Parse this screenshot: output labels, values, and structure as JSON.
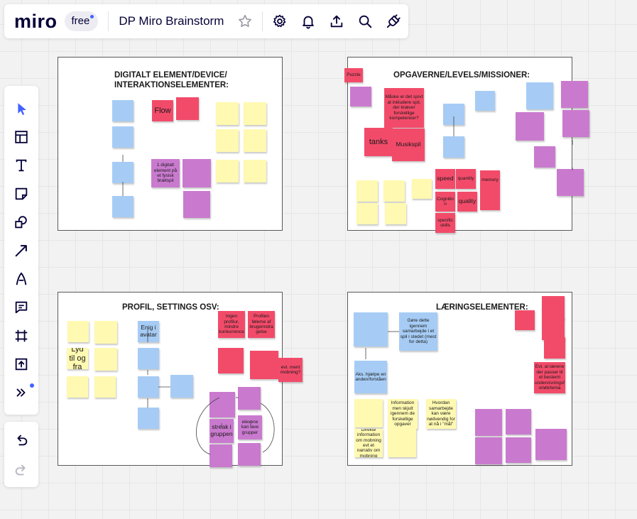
{
  "top_bar": {
    "logo": "miro",
    "plan_badge": "free",
    "board_title": "DP Miro Brainstorm",
    "icons": [
      "star-icon",
      "settings-gear-icon",
      "bell-icon",
      "upload-share-icon",
      "search-icon",
      "plugin-icon"
    ]
  },
  "left_toolbar": {
    "tools": [
      "select-arrow-icon",
      "templates-icon",
      "text-icon",
      "sticky-note-icon",
      "shapes-icon",
      "connection-line-icon",
      "pen-icon",
      "comment-icon",
      "frame-icon",
      "upload-icon",
      "more-tools-icon"
    ],
    "history": [
      "undo-icon",
      "redo-icon"
    ]
  },
  "colors": {
    "yellow": "#fff9b1",
    "blue": "#a6ccf5",
    "purple": "#c97ace",
    "red": "#f24b6a",
    "accent": "#4262ff"
  },
  "frames": [
    {
      "title": "DIGITALT ELEMENT/DEVICE/\nINTERAKTIONSELEMENTER:",
      "notes": [
        {
          "text": "",
          "color": "b"
        },
        {
          "text": "Flow",
          "color": "r",
          "size": "xl"
        },
        {
          "text": "",
          "color": "r"
        },
        {
          "text": "",
          "color": "y"
        },
        {
          "text": "",
          "color": "y"
        },
        {
          "text": "",
          "color": "b"
        },
        {
          "text": "",
          "color": "y"
        },
        {
          "text": "",
          "color": "y"
        },
        {
          "text": "",
          "color": "b"
        },
        {
          "text": "1 digitalt element på et fysisk brætspil",
          "color": "p",
          "size": "m"
        },
        {
          "text": "",
          "color": "p"
        },
        {
          "text": "",
          "color": "y"
        },
        {
          "text": "",
          "color": "y"
        },
        {
          "text": "",
          "color": "b"
        },
        {
          "text": "",
          "color": "p"
        }
      ]
    },
    {
      "title": "OPGAVERNE/LEVELS/MISSIONER:",
      "notes": [
        {
          "text": "Puzzle",
          "color": "r",
          "size": "m"
        },
        {
          "text": "Måske er det sjovt at inkludere spil, der kræver forskellige kompetencer?",
          "color": "r",
          "size": "m"
        },
        {
          "text": "",
          "color": "b"
        },
        {
          "text": "",
          "color": "b"
        },
        {
          "text": "",
          "color": "p"
        },
        {
          "text": "",
          "color": "p"
        },
        {
          "text": "tanks",
          "color": "r",
          "size": "xl"
        },
        {
          "text": "Musikspil",
          "color": "r",
          "size": "l"
        },
        {
          "text": "",
          "color": "b"
        },
        {
          "text": "",
          "color": "b"
        },
        {
          "text": "",
          "color": "p"
        },
        {
          "text": "",
          "color": "p"
        },
        {
          "text": "speed",
          "color": "r",
          "size": "l"
        },
        {
          "text": "quantity",
          "color": "r",
          "size": "m"
        },
        {
          "text": "memory",
          "color": "r",
          "size": "m"
        },
        {
          "text": "Cognition",
          "color": "r",
          "size": "m"
        },
        {
          "text": "quality",
          "color": "r",
          "size": "l"
        },
        {
          "text": "",
          "color": "r"
        },
        {
          "text": "specific skills",
          "color": "r",
          "size": "m"
        },
        {
          "text": "",
          "color": "y"
        },
        {
          "text": "",
          "color": "y"
        },
        {
          "text": "",
          "color": "y"
        },
        {
          "text": "",
          "color": "y"
        },
        {
          "text": "",
          "color": "y"
        },
        {
          "text": "",
          "color": "p"
        },
        {
          "text": "",
          "color": "p"
        }
      ]
    },
    {
      "title": "PROFIL, SETTINGS OSV:",
      "notes": [
        {
          "text": "",
          "color": "y"
        },
        {
          "text": "",
          "color": "y"
        },
        {
          "text": "Enig i avatar",
          "color": "b",
          "size": "l"
        },
        {
          "text": "Ingen profilur, mindre konkurrence",
          "color": "r",
          "size": "m"
        },
        {
          "text": "Profilen føleme af brugerindragelse",
          "color": "r",
          "size": "m"
        },
        {
          "text": "Lyd til og fra",
          "color": "y",
          "size": "xl"
        },
        {
          "text": "",
          "color": "y"
        },
        {
          "text": "",
          "color": "b"
        },
        {
          "text": "",
          "color": "r"
        },
        {
          "text": "",
          "color": "r"
        },
        {
          "text": "evt. ment mobning?",
          "color": "r",
          "size": "m"
        },
        {
          "text": "",
          "color": "y"
        },
        {
          "text": "",
          "color": "y"
        },
        {
          "text": "",
          "color": "b"
        },
        {
          "text": "",
          "color": "b"
        },
        {
          "text": "",
          "color": "p"
        },
        {
          "text": "",
          "color": "p"
        },
        {
          "text": "",
          "color": "b"
        },
        {
          "text": "streak i gruppen",
          "color": "p",
          "size": "l"
        },
        {
          "text": "elevene kan lave grupper",
          "color": "p",
          "size": "m"
        },
        {
          "text": "",
          "color": "p"
        },
        {
          "text": "",
          "color": "p"
        }
      ]
    },
    {
      "title": "LÆRINGSELEMENTER:",
      "notes": [
        {
          "text": "",
          "color": "b"
        },
        {
          "text": "Gøre dette igennem samarbejde i et spil i stedet (mest for detta)",
          "color": "b",
          "size": "m"
        },
        {
          "text": "",
          "color": "r"
        },
        {
          "text": "",
          "color": "r"
        },
        {
          "text": "",
          "color": "r"
        },
        {
          "text": "",
          "color": "r"
        },
        {
          "text": "Aks. hjælpe en anden/forståen",
          "color": "b",
          "size": "m"
        },
        {
          "text": "Evt. at lærene der passer til et bestemt undervisningsforløb/tema",
          "color": "r",
          "size": "m"
        },
        {
          "text": "",
          "color": "y"
        },
        {
          "text": "Information men skjult igennem de forskellige opgaver",
          "color": "y",
          "size": "m"
        },
        {
          "text": "Hvordan samarbejde kan være nødvendig for at nå i \"mål\"",
          "color": "y",
          "size": "m"
        },
        {
          "text": "",
          "color": "p"
        },
        {
          "text": "",
          "color": "p"
        },
        {
          "text": "Direkte information om mobning evt et narrativ om mobning",
          "color": "y",
          "size": "m"
        },
        {
          "text": "",
          "color": "y"
        },
        {
          "text": "",
          "color": "p"
        },
        {
          "text": "",
          "color": "p"
        },
        {
          "text": "",
          "color": "p"
        }
      ]
    }
  ]
}
